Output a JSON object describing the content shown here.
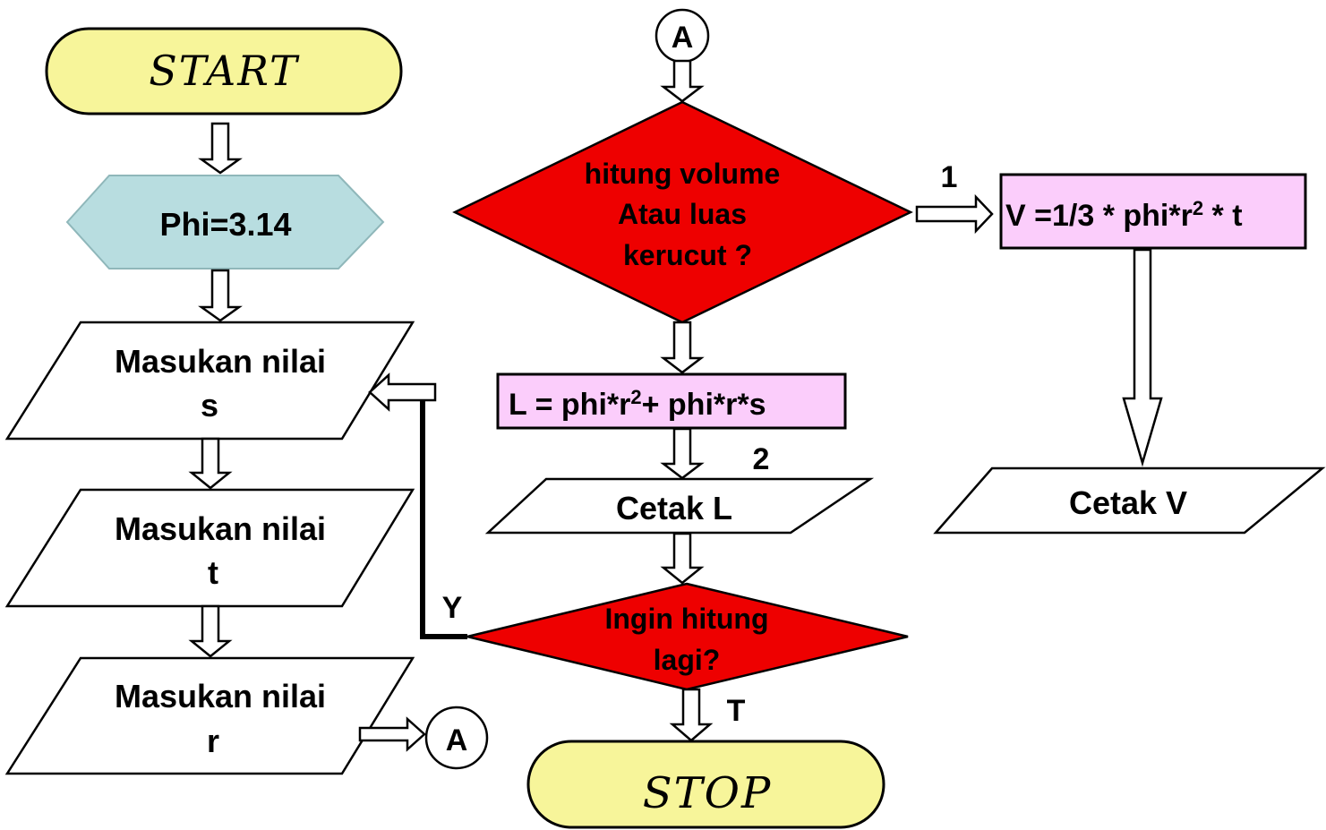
{
  "colors": {
    "terminal": "#f7f59a",
    "preparation": "#b8dde0",
    "decision": "#ee0000",
    "process": "#fbcdfb",
    "io": "#ffffff"
  },
  "start": {
    "label": "START"
  },
  "preparation": {
    "label": "Phi=3.14"
  },
  "inputs": [
    {
      "line1": "Masukan nilai",
      "line2": "s"
    },
    {
      "line1": "Masukan nilai",
      "line2": "t"
    },
    {
      "line1": "Masukan nilai",
      "line2": "r"
    }
  ],
  "connector_a_out": {
    "label": "A"
  },
  "connector_a_in": {
    "label": "A"
  },
  "decision_main": {
    "line1": "hitung volume",
    "line2": "Atau luas",
    "line3": "kerucut ?"
  },
  "branch_1": {
    "label": "1"
  },
  "branch_2": {
    "label": "2"
  },
  "process_volume": {
    "label": "V =1/3 *  phi*r",
    "sup": "2",
    "tail": " * t"
  },
  "process_area": {
    "label": "L = phi*r",
    "sup": "2",
    "tail": "+  phi*r*s"
  },
  "print_l": {
    "label": "Cetak L"
  },
  "print_v": {
    "label": "Cetak V"
  },
  "decision_again": {
    "line1": "Ingin hitung",
    "line2": "lagi?"
  },
  "branch_yes": {
    "label": "Y"
  },
  "branch_no": {
    "label": "T"
  },
  "stop": {
    "label": "STOP"
  }
}
